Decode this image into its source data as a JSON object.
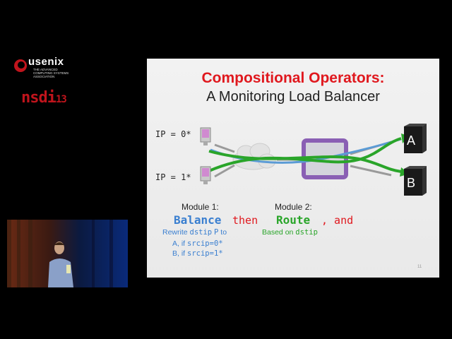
{
  "logo": {
    "name": "usenix",
    "tagline": "THE ADVANCED COMPUTING SYSTEMS ASSOCIATION",
    "conference": "nsdi",
    "year": "13"
  },
  "slide": {
    "title_line1": "Compositional Operators:",
    "title_line2": "A Monitoring Load Balancer",
    "ip0": "IP = 0*",
    "ip1": "IP = 1*",
    "server_a": "A",
    "server_b": "B",
    "module1_label": "Module 1:",
    "module2_label": "Module 2:",
    "balance": "Balance",
    "then": "then",
    "route": "Route",
    "and": ", and",
    "rewrite_prefix": "Rewrite ",
    "rewrite_field": "dstip",
    "rewrite_ip": "P",
    "rewrite_suffix": " to",
    "rule_a_prefix": "A, if ",
    "rule_a_cond": "srcip=0*",
    "rule_b_prefix": "B, if ",
    "rule_b_cond": "srcip=1*",
    "based_on_prefix": "Based on ",
    "based_on_field": "dstip",
    "page_number": "11"
  },
  "colors": {
    "title_red": "#e0181e",
    "balance_blue": "#3a7fd0",
    "route_green": "#2aa52a",
    "switch_purple": "#8a5fb4"
  }
}
